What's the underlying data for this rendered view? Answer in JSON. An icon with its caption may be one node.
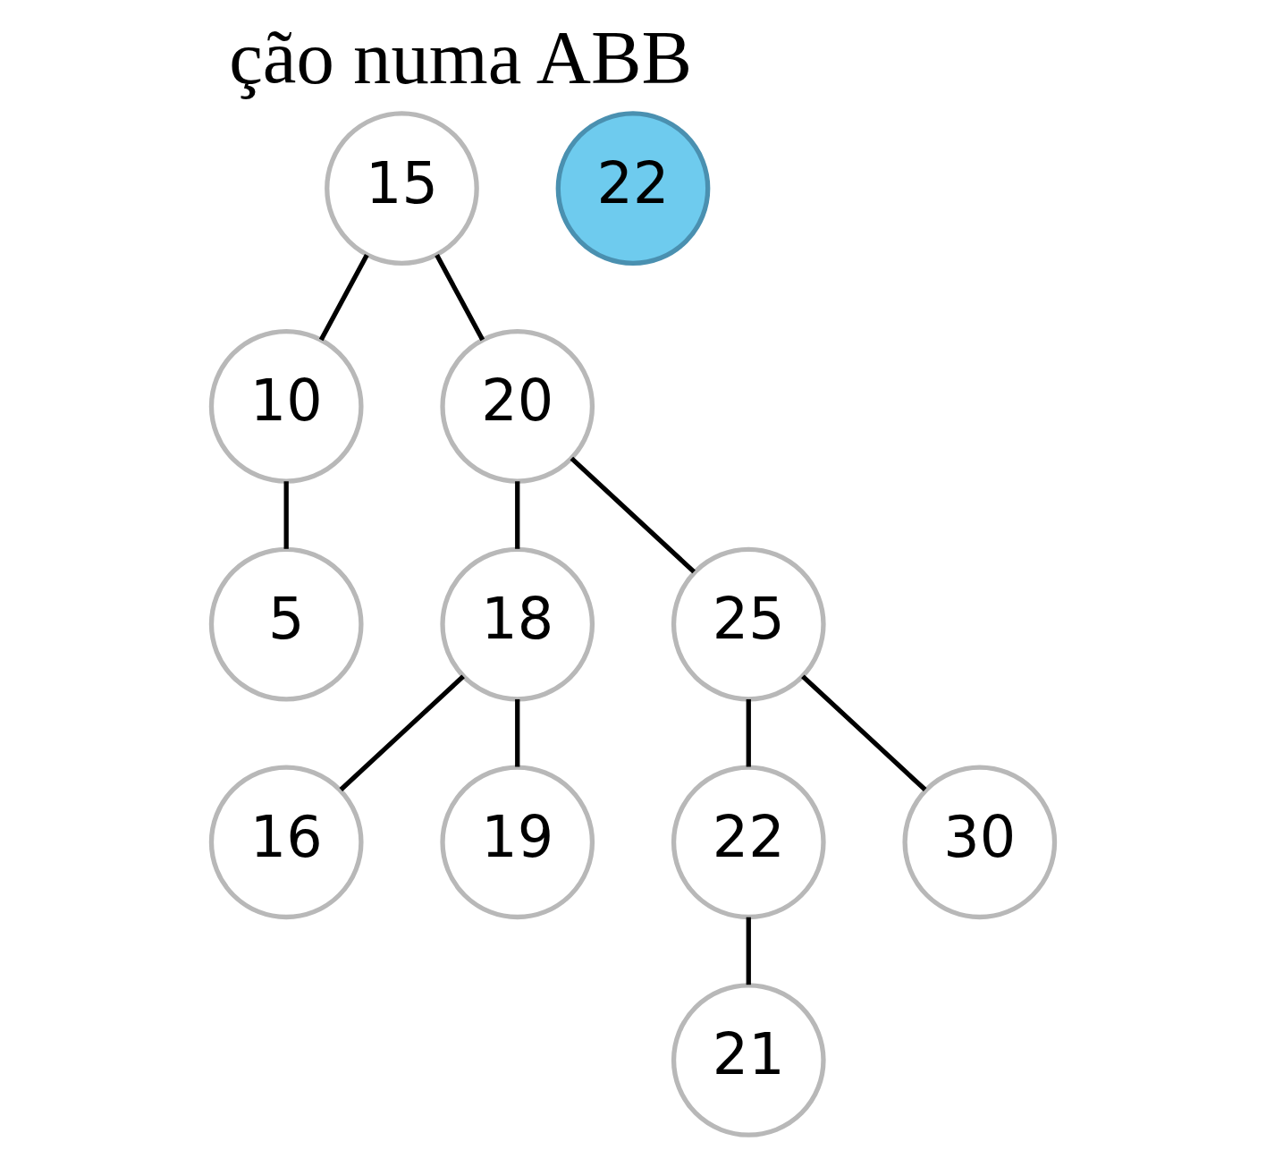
{
  "diagram": {
    "title": "ção numa ABB",
    "nodes": [
      {
        "text": [
          "15"
        ]
      },
      {
        "text": [
          "10"
        ]
      },
      {
        "text": [
          "20"
        ]
      },
      {
        "text": [
          "5"
        ]
      },
      {
        "text": [
          "18"
        ]
      },
      {
        "text": [
          "25"
        ]
      },
      {
        "text": [
          "16"
        ]
      },
      {
        "text": [
          "19"
        ]
      },
      {
        "text": [
          "22"
        ]
      },
      {
        "text": [
          "30"
        ]
      },
      {
        "text": [
          "21"
        ]
      },
      {
        "text": [
          "22"
        ]
      }
    ],
    "edges": [
      {
        "from": 0,
        "to": 1,
        "arrow": "none"
      },
      {
        "from": 0,
        "to": 2,
        "arrow": "none"
      },
      {
        "from": 1,
        "to": 3,
        "arrow": "none"
      },
      {
        "from": 2,
        "to": 4,
        "arrow": "none"
      },
      {
        "from": 2,
        "to": 5,
        "arrow": "none"
      },
      {
        "from": 4,
        "to": 6,
        "arrow": "none"
      },
      {
        "from": 4,
        "to": 7,
        "arrow": "none"
      },
      {
        "from": 5,
        "to": 8,
        "arrow": "none"
      },
      {
        "from": 5,
        "to": 9,
        "arrow": "none"
      },
      {
        "from": 8,
        "to": 10,
        "arrow": "none"
      }
    ]
  }
}
